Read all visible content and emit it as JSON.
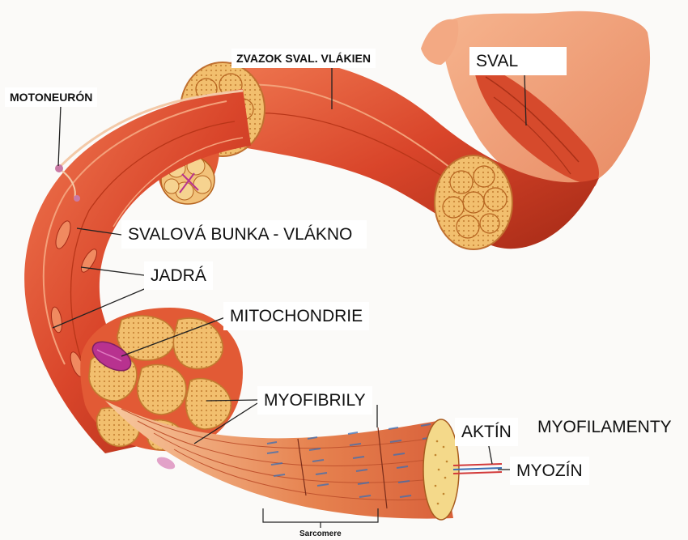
{
  "labels": {
    "motoneuron": "MOTONEURÓN",
    "zvazok": "ZVAZOK SVAL. VLÁKIEN",
    "sval": "SVAL",
    "svalova_bunka": "SVALOVÁ BUNKA - VLÁKNO",
    "jadra": "JADRÁ",
    "mitochondrie": "MITOCHONDRIE",
    "myofibrily": "MYOFIBRILY",
    "aktin": "AKTÍN",
    "myofilamenty": "MYOFILAMENTY",
    "myozin": "MYOZÍN",
    "sarcomere": "Sarcomere"
  },
  "colors": {
    "muscle_red": "#d9452a",
    "muscle_dark": "#a52a16",
    "fiber_tan": "#f2bf6e",
    "fiber_outline": "#b5631f",
    "mitochondria": "#b8328f",
    "actin_line": "#d23a3a",
    "myosin_line": "#3b6fb5"
  }
}
